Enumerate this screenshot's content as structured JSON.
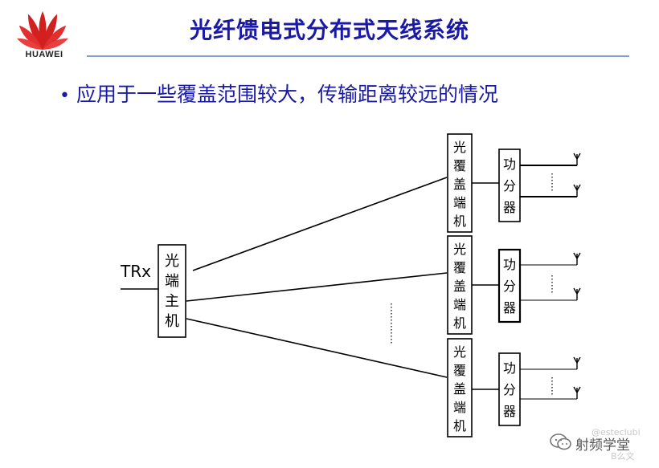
{
  "logo": {
    "brand": "HUAWEI",
    "icon": "huawei-petals-logo"
  },
  "title": "光纤馈电式分布式天线系统",
  "bullet": "应用于一些覆盖范围较大，传输距离较远的情况",
  "diagram": {
    "input_label": "TRx",
    "host_unit": [
      "光",
      "端",
      "主",
      "机"
    ],
    "remote_unit": [
      "光",
      "覆",
      "盖",
      "端",
      "机"
    ],
    "splitter": [
      "功",
      "分",
      "器"
    ],
    "antenna_symbol": "Y",
    "ellipsis": "……"
  },
  "watermark": {
    "text": "射频学堂",
    "faint_text": "@esteclubi",
    "faint_text2": "B么文",
    "icon": "wechat-icon"
  }
}
